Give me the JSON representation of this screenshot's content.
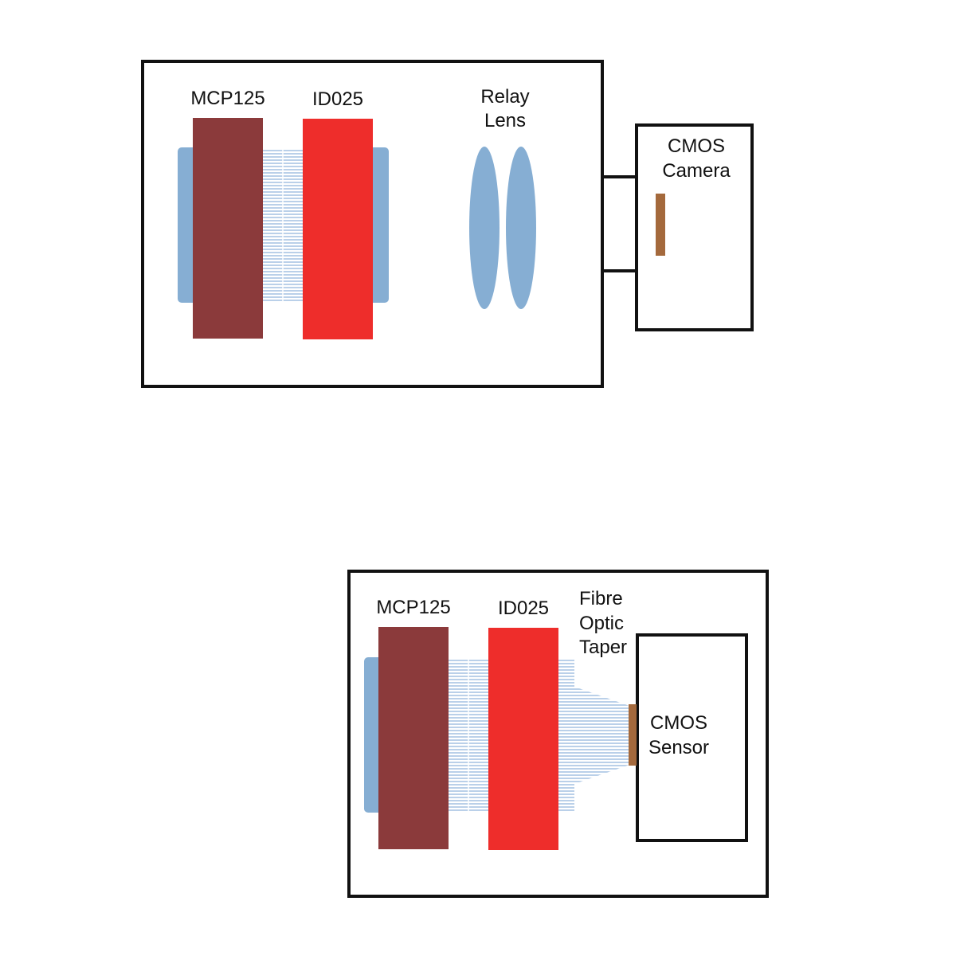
{
  "top": {
    "mcp_label": "MCP125",
    "id_label": "ID025",
    "relay_line1": "Relay",
    "relay_line2": "Lens",
    "camera_line1": "CMOS",
    "camera_line2": "Camera"
  },
  "bottom": {
    "mcp_label": "MCP125",
    "id_label": "ID025",
    "taper_line1": "Fibre",
    "taper_line2": "Optic",
    "taper_line3": "Taper",
    "sensor_line1": "CMOS",
    "sensor_line2": "Sensor"
  },
  "colors": {
    "mcp": "#8b3a3b",
    "phosphor": "#ee2d2b",
    "glass": "#86aed3",
    "fibre": "#9dbde0",
    "sensor": "#a4693c",
    "outline": "#111111"
  }
}
